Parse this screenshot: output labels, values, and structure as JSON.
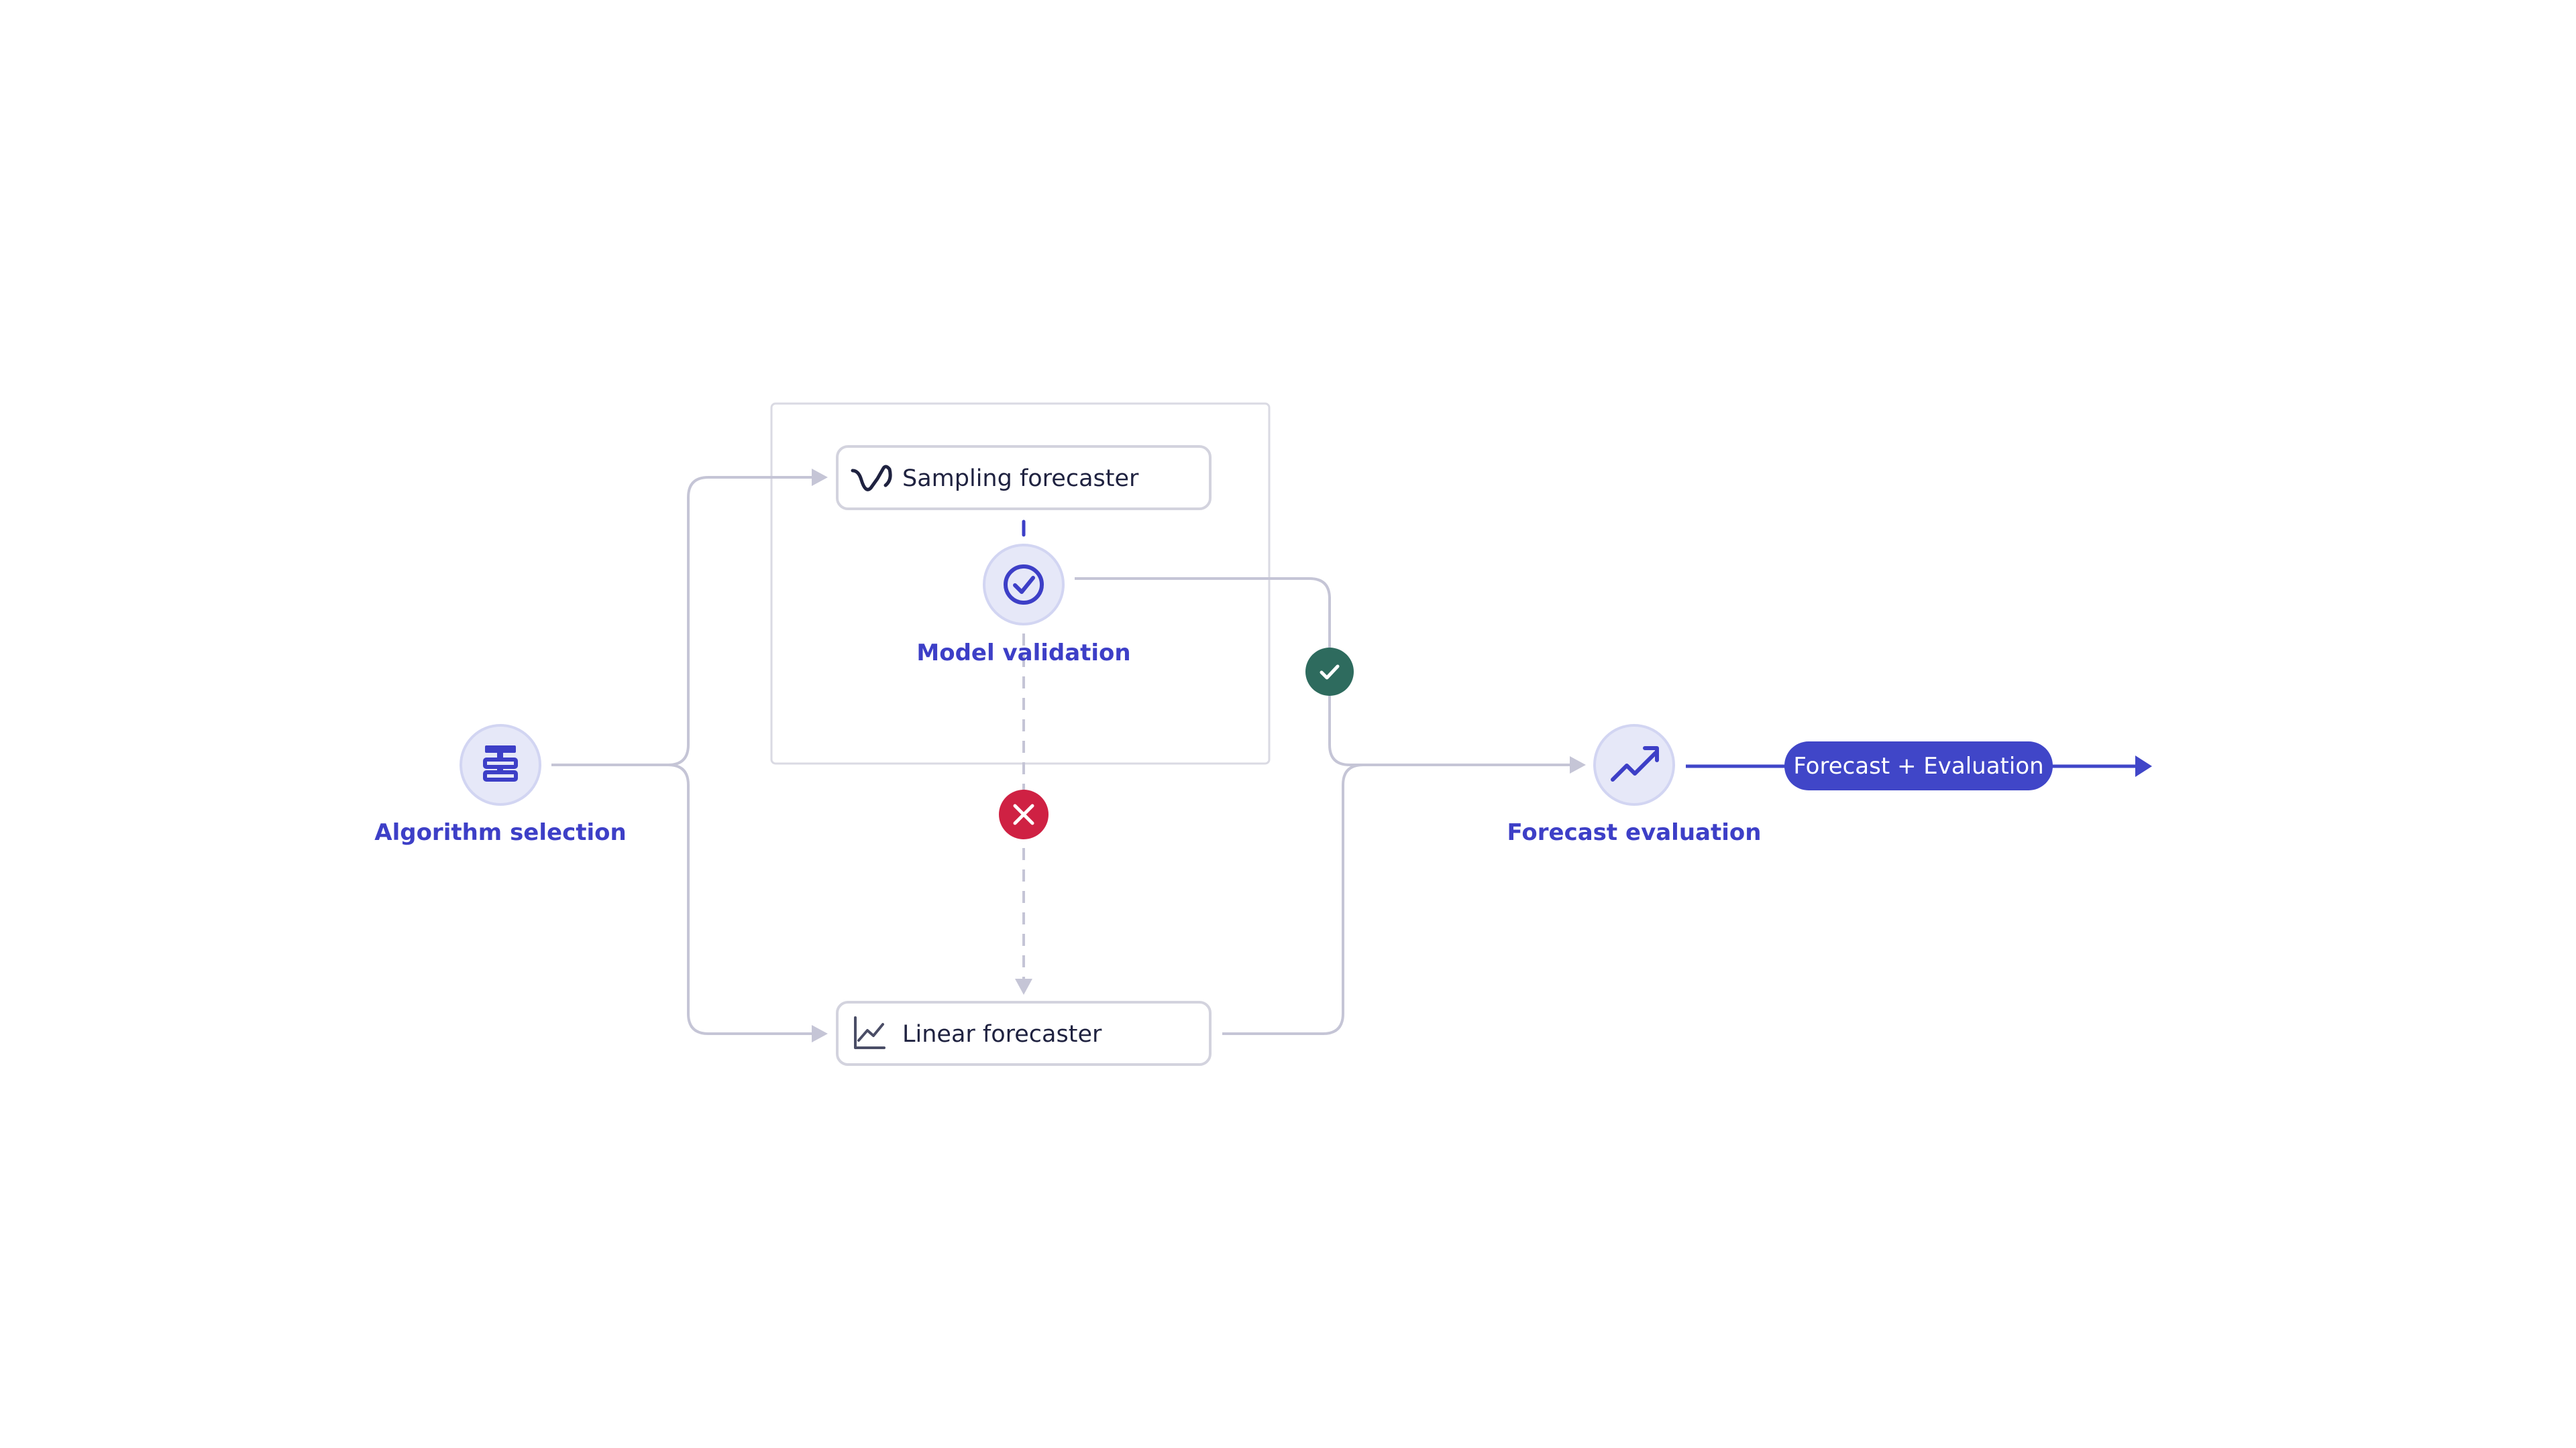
{
  "nodes": {
    "algorithm_selection": {
      "label": "Algorithm selection",
      "icon": "algorithm-icon"
    },
    "model_validation": {
      "label": "Model validation",
      "icon": "check-circle-icon"
    },
    "forecast_evaluation": {
      "label": "Forecast evaluation",
      "icon": "trend-up-icon"
    }
  },
  "tasks": {
    "sampling_forecaster": {
      "label": "Sampling forecaster",
      "icon": "wave-icon"
    },
    "linear_forecaster": {
      "label": "Linear forecaster",
      "icon": "line-chart-icon"
    }
  },
  "status_badges": {
    "success": {
      "icon": "check-icon",
      "color": "#2e6b5e"
    },
    "failure": {
      "icon": "close-icon",
      "color": "#cf2143"
    }
  },
  "output": {
    "label": "Forecast + Evaluation",
    "color": "#4046c8"
  },
  "colors": {
    "accent": "#3d3fc7",
    "connector": "#c5c5d6",
    "node_fill": "#e6e8f8"
  }
}
